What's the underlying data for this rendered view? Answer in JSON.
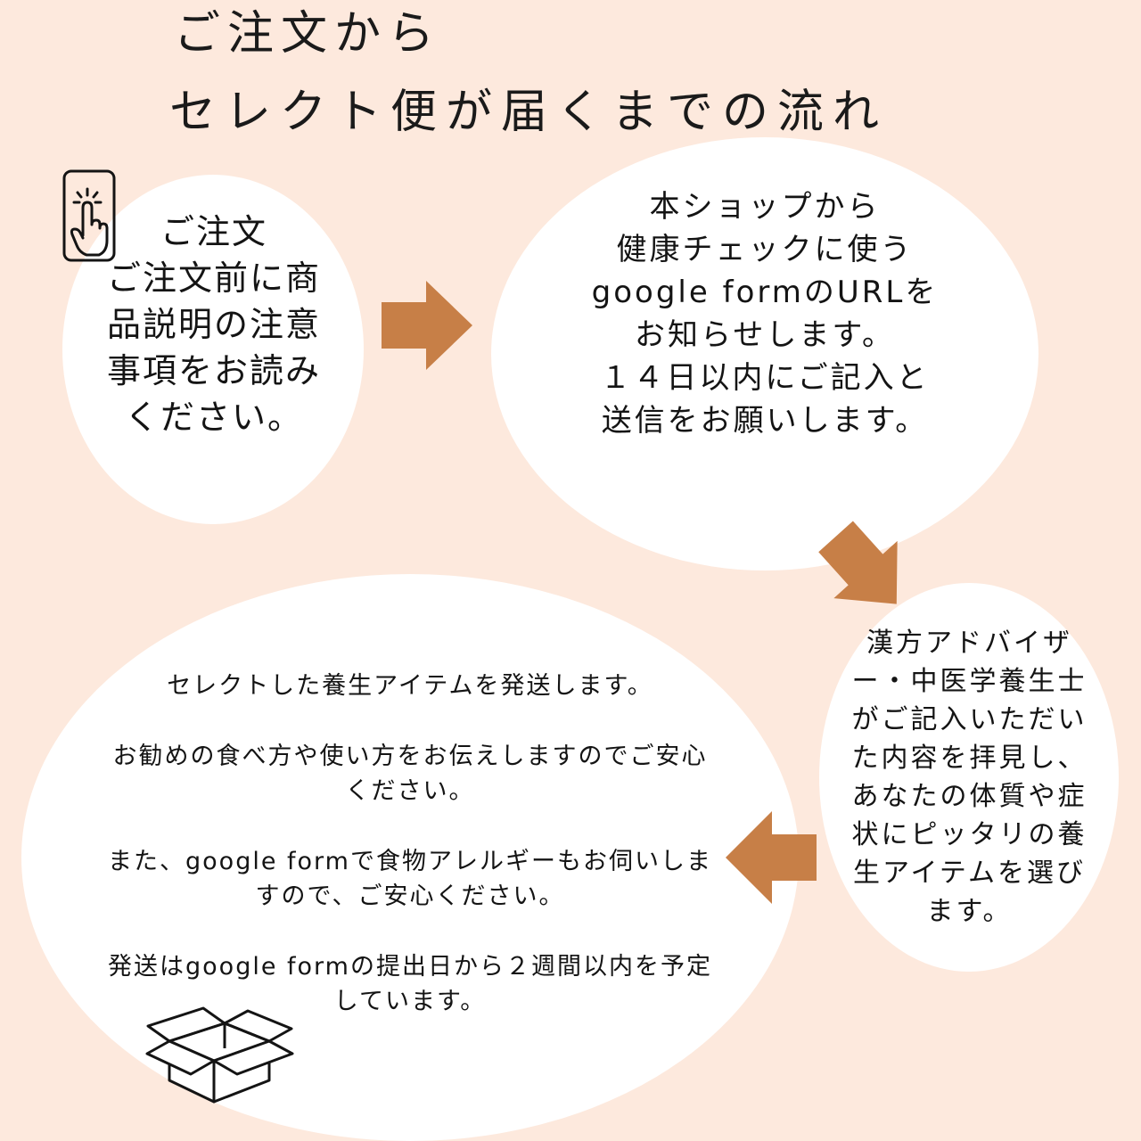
{
  "title": {
    "line1": "ご注文から",
    "line2": "セレクト便が届くまでの流れ"
  },
  "steps": [
    {
      "icon": "smartphone-tap-icon",
      "lines": [
        "ご注文",
        "ご注文前に商",
        "品説明の注意",
        "事項をお読み",
        "ください。"
      ]
    },
    {
      "lines": [
        "本ショップから",
        "健康チェックに使う",
        "google formのURLを",
        "お知らせします。",
        "１４日以内にご記入と",
        "送信をお願いします。"
      ]
    },
    {
      "lines": [
        "漢方アドバイザ",
        "ー・中医学養生士",
        "がご記入いただい",
        "た内容を拝見し、",
        "あなたの体質や症",
        "状にピッタリの養",
        "生アイテムを選び",
        "ます。"
      ]
    },
    {
      "icon": "open-box-icon",
      "paragraphs": [
        [
          "セレクトした養生アイテムを発送します。"
        ],
        [
          "お勧めの食べ方や使い方をお伝えしますのでご安心",
          "ください。"
        ],
        [
          "また、google formで食物アレルギーもお伺いしま",
          "すので、ご安心ください。"
        ],
        [
          "発送はgoogle formの提出日から２週間以内を予定",
          "しています。"
        ]
      ]
    }
  ],
  "connectors": [
    {
      "icon": "arrow-right-icon"
    },
    {
      "icon": "arrow-down-right-icon"
    },
    {
      "icon": "arrow-left-icon"
    }
  ],
  "colors": {
    "background": "#fde9dd",
    "bubble": "#ffffff",
    "arrow": "#c77f47",
    "text": "#141414"
  }
}
